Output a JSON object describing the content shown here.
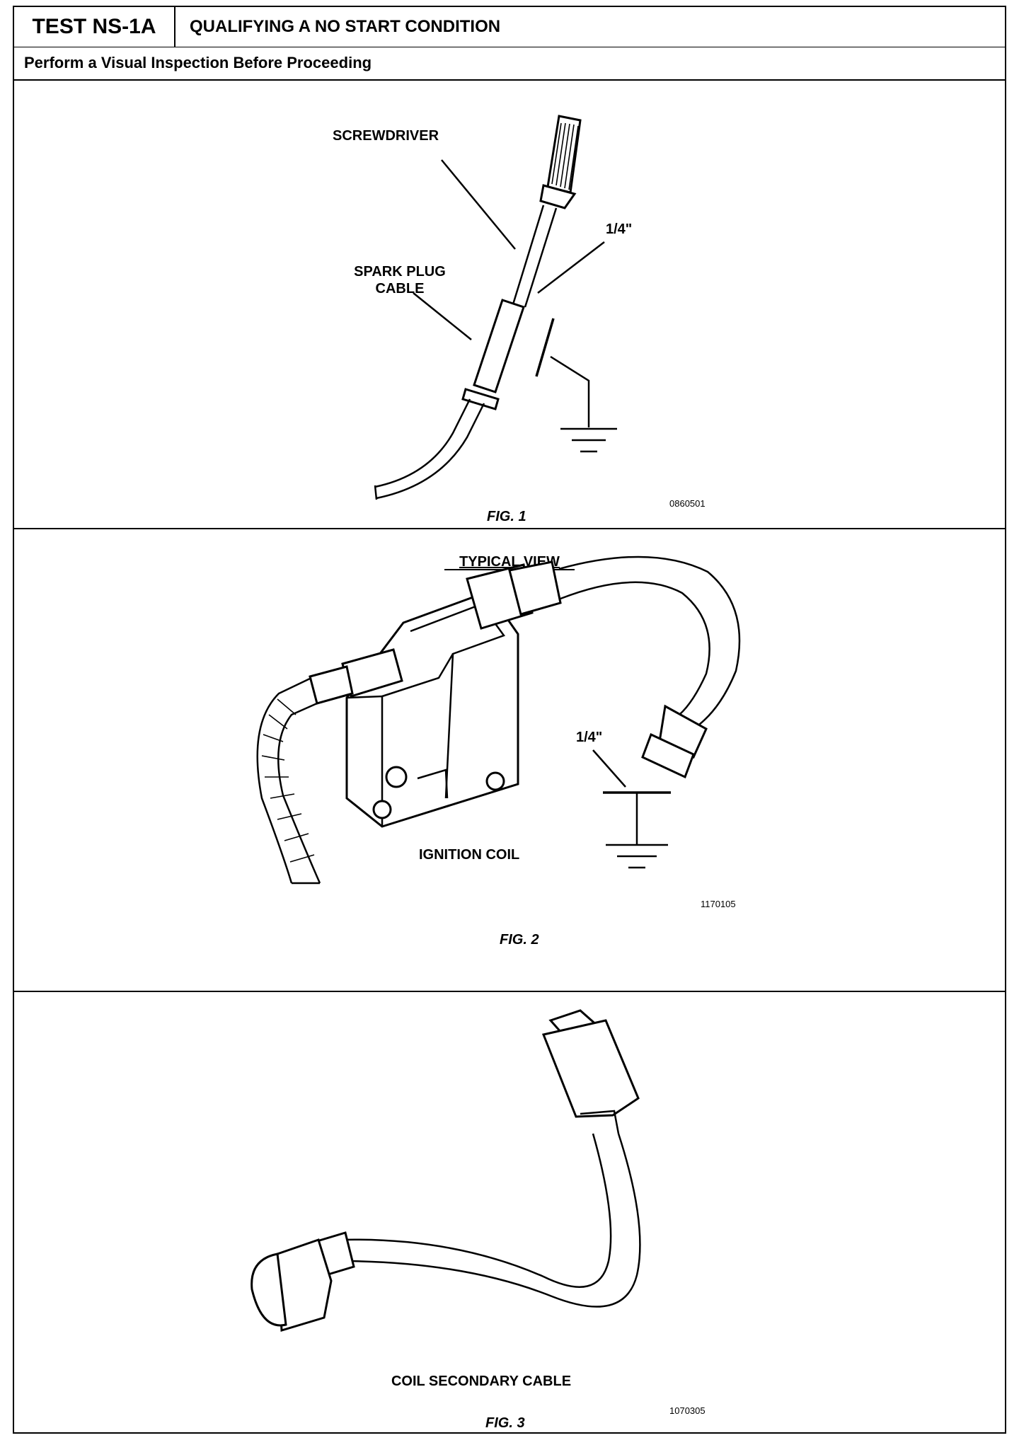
{
  "header": {
    "test_id": "TEST NS-1A",
    "title": "QUALIFYING A NO START CONDITION",
    "subtitle": "Perform a Visual Inspection Before Proceeding"
  },
  "fig1": {
    "label_screwdriver": "SCREWDRIVER",
    "label_spark_plug_line1": "SPARK PLUG",
    "label_spark_plug_line2": "CABLE",
    "label_gap": "1/4\"",
    "code": "0860501",
    "caption": "FIG. 1"
  },
  "fig2": {
    "heading": "TYPICAL VIEW",
    "label_gap": "1/4\"",
    "label_coil": "IGNITION COIL",
    "code": "1170105",
    "caption": "FIG. 2"
  },
  "fig3": {
    "label_cable": "COIL SECONDARY CABLE",
    "code": "1070305",
    "caption": "FIG. 3"
  }
}
